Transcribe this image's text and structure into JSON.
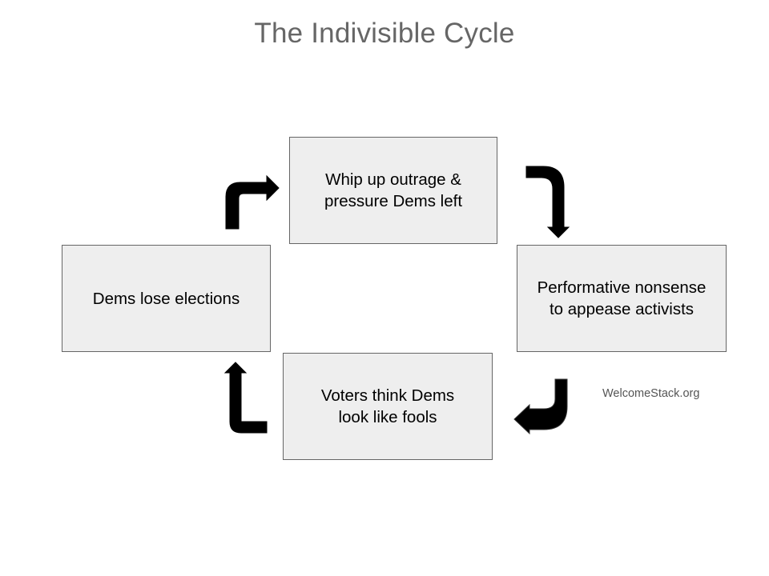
{
  "title": "The Indivisible Cycle",
  "nodes": {
    "top": {
      "line1": "Whip up outrage &",
      "line2": "pressure Dems left"
    },
    "right": {
      "line1": "Performative nonsense",
      "line2": "to appease activists"
    },
    "bottom": {
      "line1": "Voters think Dems",
      "line2": "look like fools"
    },
    "left": {
      "line1": "Dems lose elections"
    }
  },
  "watermark": "WelcomeStack.org",
  "colors": {
    "box_fill": "#eeeeee",
    "box_border": "#666666",
    "arrow": "#000000",
    "title": "#666666"
  }
}
